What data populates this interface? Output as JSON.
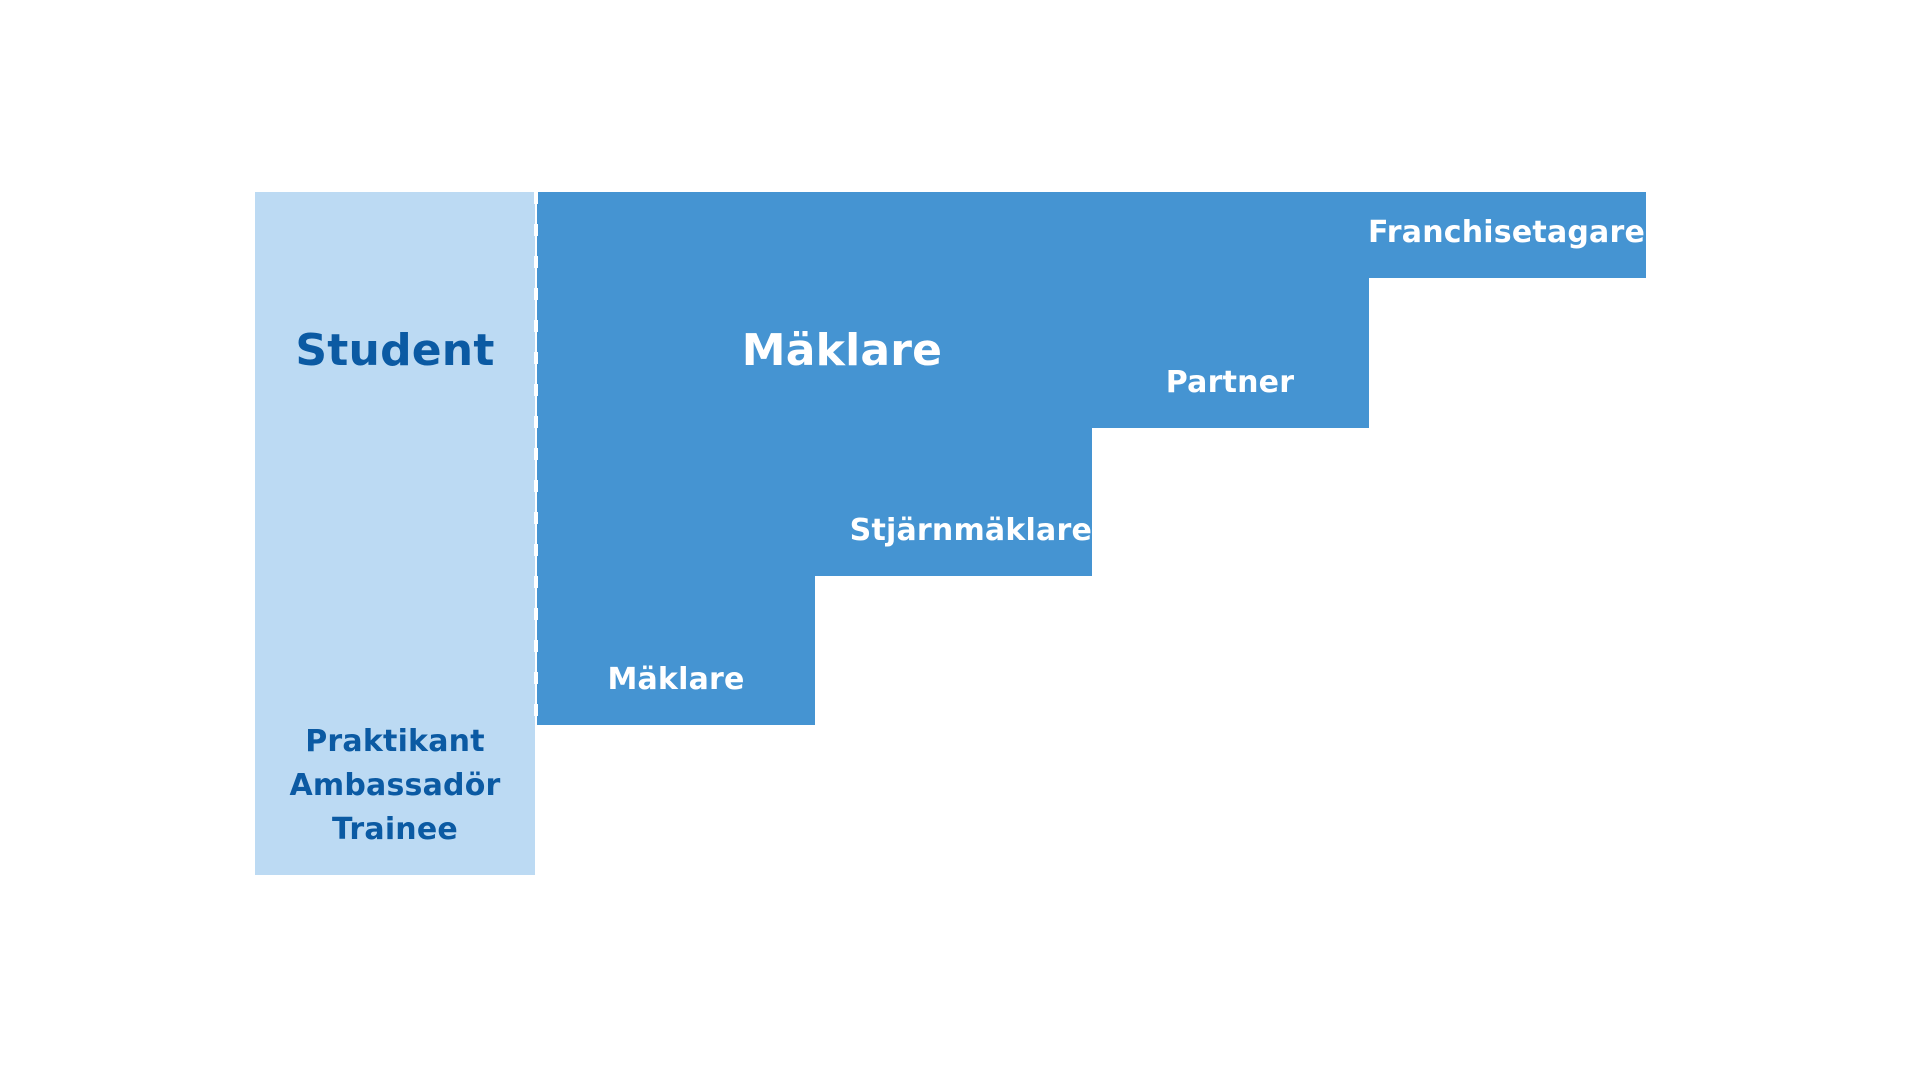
{
  "colors": {
    "student_bg": "#bcdaf3",
    "student_text": "#0b5aa3",
    "step_bg": "#4594d2",
    "step_text": "#ffffff"
  },
  "student": {
    "title": "Student",
    "roles": [
      "Praktikant",
      "Ambassadör",
      "Trainee"
    ]
  },
  "broker": {
    "title": "Mäklare"
  },
  "steps": [
    {
      "label": "Mäklare"
    },
    {
      "label": "Stjärnmäklare"
    },
    {
      "label": "Partner"
    },
    {
      "label": "Franchisetagare"
    }
  ]
}
